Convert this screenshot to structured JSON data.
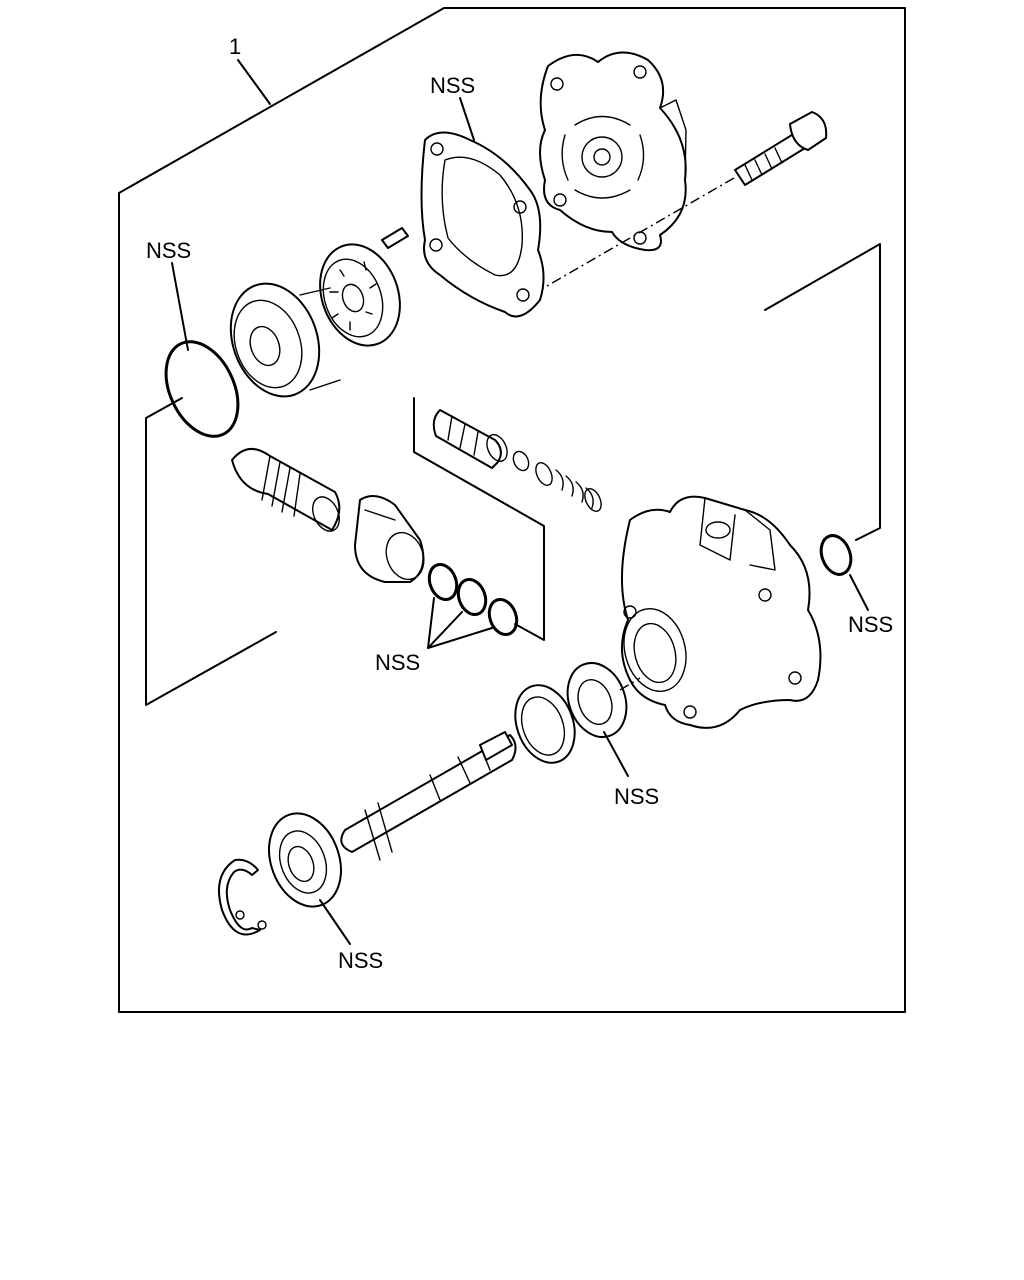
{
  "diagram": {
    "callouts": {
      "assembly_number": "1",
      "gasket": "NSS",
      "large_o_ring": "NSS",
      "valve_o_rings": "NSS",
      "body_o_ring": "NSS",
      "oil_seal": "NSS",
      "bearing": "NSS"
    }
  }
}
